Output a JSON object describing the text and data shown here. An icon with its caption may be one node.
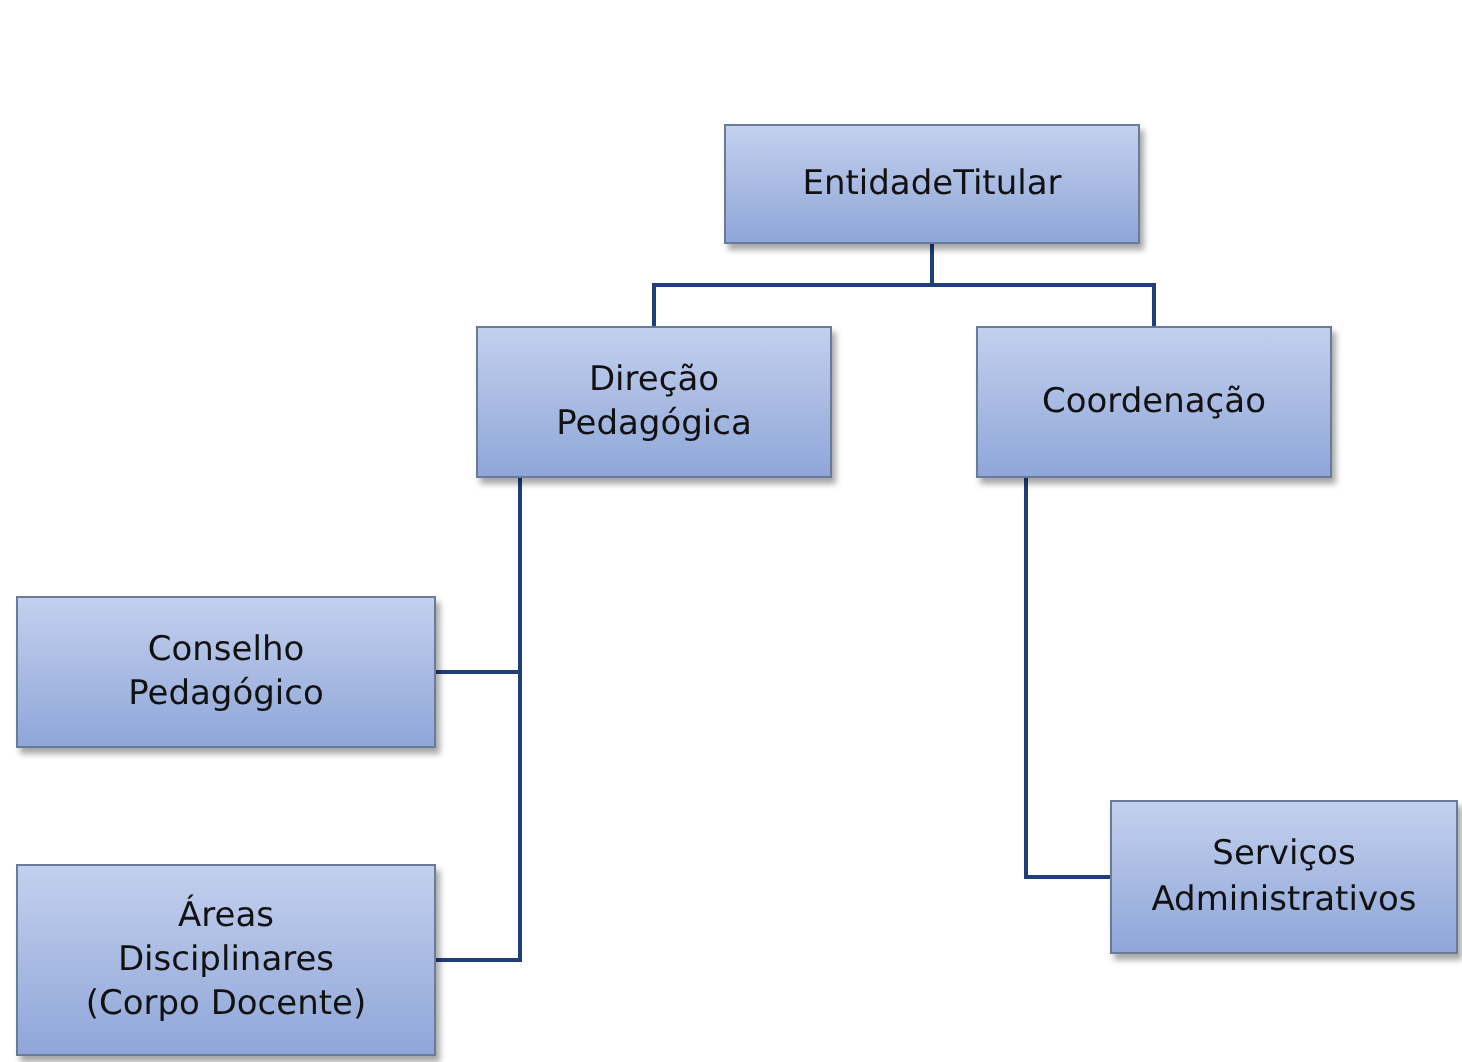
{
  "diagram": {
    "nodes": [
      {
        "text": [
          "EntidadeTitular"
        ]
      },
      {
        "text": [
          "Direção Pedagógica"
        ]
      },
      {
        "text": [
          "Coordenação"
        ]
      },
      {
        "text": [
          "Conselho Pedagógico"
        ]
      },
      {
        "text": [
          "Áreas Disciplinares (Corpo Docente)"
        ]
      },
      {
        "text": [
          "Serviços Administrativos"
        ]
      }
    ],
    "edges": [
      {
        "from": 0,
        "to": 1,
        "arrow": "none"
      },
      {
        "from": 0,
        "to": 2,
        "arrow": "none"
      },
      {
        "from": 1,
        "to": 3,
        "arrow": "none"
      },
      {
        "from": 1,
        "to": 4,
        "arrow": "none"
      },
      {
        "from": 2,
        "to": 5,
        "arrow": "none"
      }
    ]
  }
}
